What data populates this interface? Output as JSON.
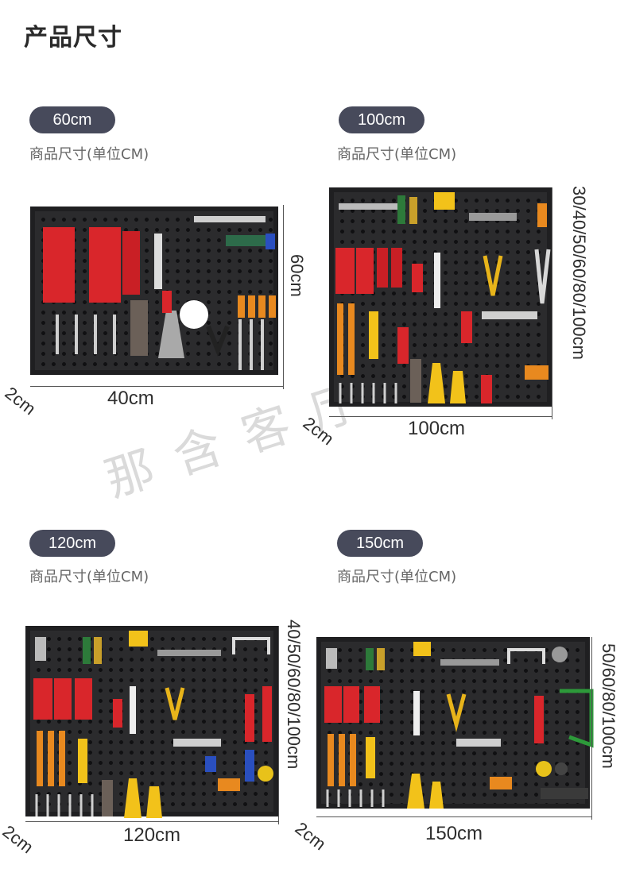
{
  "page": {
    "title": "产品尺寸"
  },
  "watermark": "那含客厅",
  "panels": [
    {
      "badge": "60cm",
      "subtitle": "商品尺寸(单位CM)",
      "width_label": "40cm",
      "height_label": "60cm",
      "depth_label": "2cm"
    },
    {
      "badge": "100cm",
      "subtitle": "商品尺寸(单位CM)",
      "width_label": "100cm",
      "height_label": "30/40/50/60/80/100cm",
      "depth_label": "2cm"
    },
    {
      "badge": "120cm",
      "subtitle": "商品尺寸(单位CM)",
      "width_label": "120cm",
      "height_label": "40/50/60/80/100cm",
      "depth_label": "2cm"
    },
    {
      "badge": "150cm",
      "subtitle": "商品尺寸(单位CM)",
      "width_label": "150cm",
      "height_label": "50/60/80/100cm",
      "depth_label": "2cm"
    }
  ],
  "colors": {
    "badge_bg": "#474a5b",
    "board": "#2b2b2d",
    "tool_red": "#d9262b",
    "tool_orange": "#e8891f",
    "tool_yellow": "#f2c21a"
  }
}
